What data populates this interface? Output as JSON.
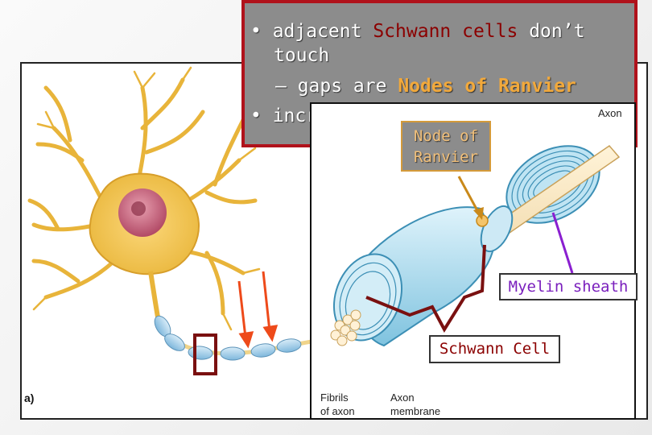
{
  "bullets": {
    "line1_prefix": "• adjacent ",
    "line1_highlight": "Schwann cells",
    "line1_suffix": " don’t",
    "line2": "touch",
    "line3_prefix": "– gaps are ",
    "line3_highlight": "Nodes of Ranvier",
    "line4": "• incr"
  },
  "callouts": {
    "node_of_ranvier_line1": "Node of",
    "node_of_ranvier_line2": "Ranvier",
    "myelin_sheath": "Myelin sheath",
    "schwann_cell": "Schwann Cell"
  },
  "diagram_labels": {
    "axon": "Axon",
    "fibrils_line1": "Fibrils",
    "fibrils_line2": "of axon",
    "axon_membrane_line1": "Axon",
    "axon_membrane_line2": "membrane",
    "panel_a": "a)"
  },
  "colors": {
    "title_box_bg": "#8c8c8c",
    "title_box_border": "#b0121b",
    "schwann_text": "#8b0000",
    "nodes_text": "#f2a93b",
    "myelin_text": "#7a1fbd",
    "arrow_orange": "#ee4a1a",
    "pointer_purple": "#8a1fd0",
    "pointer_brown": "#7a1010"
  }
}
